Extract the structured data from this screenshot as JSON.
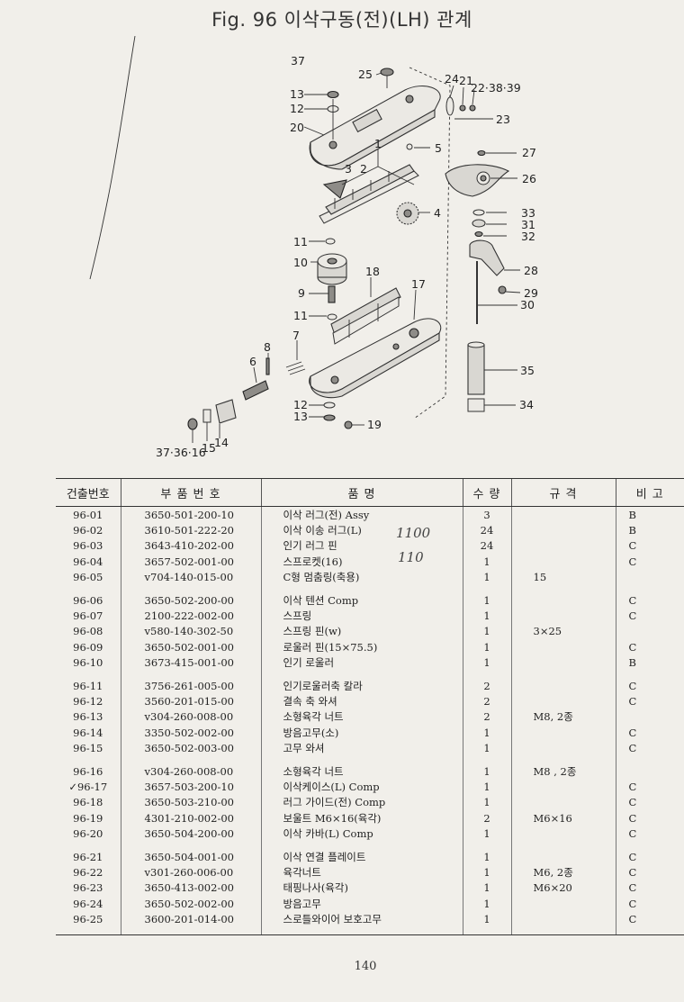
{
  "title": "Fig. 96  이삭구동(전)(LH) 관계",
  "diagram": {
    "callouts": {
      "c37": "37",
      "c13": "13",
      "c12": "12",
      "c20": "20",
      "c25": "25",
      "c24": "24",
      "c21": "21",
      "c22_38_39": "22·38·39",
      "c23": "23",
      "c5": "5",
      "c1": "1",
      "c3": "3",
      "c2": "2",
      "c27": "27",
      "c26": "26",
      "c4": "4",
      "c33": "33",
      "c31": "31",
      "c32": "32",
      "c11a": "11",
      "c10": "10",
      "c28": "28",
      "c18": "18",
      "c17": "17",
      "c9": "9",
      "c29": "29",
      "c30": "30",
      "c11b": "11",
      "c7": "7",
      "c8": "8",
      "c6": "6",
      "c35": "35",
      "c12b": "12",
      "c13b": "13",
      "c19": "19",
      "c34": "34",
      "c37_36_16": "37·36·16",
      "c15": "15",
      "c14": "14"
    }
  },
  "table": {
    "headers": [
      "건출번호",
      "부 품 번 호",
      "품 명",
      "수 량",
      "규 격",
      "비 고"
    ],
    "rows": [
      {
        "no": "96-01",
        "part": "3650-501-200-10",
        "name": "이삭 러그(전) Assy",
        "qty": "3",
        "spec": "",
        "note": "B"
      },
      {
        "no": "96-02",
        "part": "3610-501-222-20",
        "name": "이삭 이송 러그(L)",
        "qty": "24",
        "spec": "",
        "note": "B"
      },
      {
        "no": "96-03",
        "part": "3643-410-202-00",
        "name": "인기 러그 핀",
        "qty": "24",
        "spec": "",
        "note": "C"
      },
      {
        "no": "96-04",
        "part": "3657-502-001-00",
        "name": "스프로켓(16)",
        "qty": "1",
        "spec": "",
        "note": "C"
      },
      {
        "no": "96-05",
        "part": "v704-140-015-00",
        "name": "C형 멈춤링(축용)",
        "qty": "1",
        "spec": "15",
        "note": ""
      },
      {
        "no": "96-06",
        "part": "3650-502-200-00",
        "name": "이삭 텐션 Comp",
        "qty": "1",
        "spec": "",
        "note": "C"
      },
      {
        "no": "96-07",
        "part": "2100-222-002-00",
        "name": "스프링",
        "qty": "1",
        "spec": "",
        "note": "C"
      },
      {
        "no": "96-08",
        "part": "v580-140-302-50",
        "name": "스프링 핀(w)",
        "qty": "1",
        "spec": "3×25",
        "note": ""
      },
      {
        "no": "96-09",
        "part": "3650-502-001-00",
        "name": "로울러 핀(15×75.5)",
        "qty": "1",
        "spec": "",
        "note": "C"
      },
      {
        "no": "96-10",
        "part": "3673-415-001-00",
        "name": "인기 로울러",
        "qty": "1",
        "spec": "",
        "note": "B"
      },
      {
        "no": "96-11",
        "part": "3756-261-005-00",
        "name": "인기로울러축 칼라",
        "qty": "2",
        "spec": "",
        "note": "C"
      },
      {
        "no": "96-12",
        "part": "3560-201-015-00",
        "name": "결속 축 와셔",
        "qty": "2",
        "spec": "",
        "note": "C"
      },
      {
        "no": "96-13",
        "part": "v304-260-008-00",
        "name": "소형육각 너트",
        "qty": "2",
        "spec": "M8, 2종",
        "note": ""
      },
      {
        "no": "96-14",
        "part": "3350-502-002-00",
        "name": "방음고무(소)",
        "qty": "1",
        "spec": "",
        "note": "C"
      },
      {
        "no": "96-15",
        "part": "3650-502-003-00",
        "name": "고무 와셔",
        "qty": "1",
        "spec": "",
        "note": "C"
      },
      {
        "no": "96-16",
        "part": "v304-260-008-00",
        "name": "소형육각 너트",
        "qty": "1",
        "spec": "M8 , 2종",
        "note": ""
      },
      {
        "no": "✓96-17",
        "part": "3657-503-200-10",
        "name": "이삭케이스(L) Comp",
        "qty": "1",
        "spec": "",
        "note": "C"
      },
      {
        "no": "96-18",
        "part": "3650-503-210-00",
        "name": "러그 가이드(전) Comp",
        "qty": "1",
        "spec": "",
        "note": "C"
      },
      {
        "no": "96-19",
        "part": "4301-210-002-00",
        "name": "보울트 M6×16(육각)",
        "qty": "2",
        "spec": "M6×16",
        "note": "C"
      },
      {
        "no": "96-20",
        "part": "3650-504-200-00",
        "name": "이삭 카바(L) Comp",
        "qty": "1",
        "spec": "",
        "note": "C"
      },
      {
        "no": "96-21",
        "part": "3650-504-001-00",
        "name": "이삭 연결 플레이트",
        "qty": "1",
        "spec": "",
        "note": "C"
      },
      {
        "no": "96-22",
        "part": "v301-260-006-00",
        "name": "육각너트",
        "qty": "1",
        "spec": "M6, 2종",
        "note": "C"
      },
      {
        "no": "96-23",
        "part": "3650-413-002-00",
        "name": "태핑나사(육각)",
        "qty": "1",
        "spec": "M6×20",
        "note": "C"
      },
      {
        "no": "96-24",
        "part": "3650-502-002-00",
        "name": "방음고무",
        "qty": "1",
        "spec": "",
        "note": "C"
      },
      {
        "no": "96-25",
        "part": "3600-201-014-00",
        "name": "스로틀와이어 보호고무",
        "qty": "1",
        "spec": "",
        "note": "C"
      }
    ]
  },
  "annotations": {
    "hand1": "1100",
    "hand2": "110"
  },
  "page_number": "140"
}
